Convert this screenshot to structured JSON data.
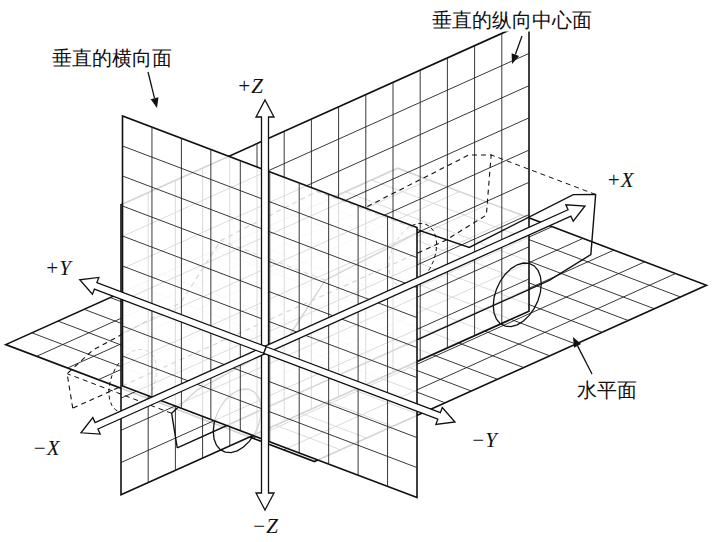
{
  "diagram": {
    "labels": [
      "垂直的纵向中心面",
      "垂直的横向面",
      "+Z",
      "+X",
      "+Y",
      "水平面",
      "−X",
      "−Y",
      "−Z"
    ]
  }
}
